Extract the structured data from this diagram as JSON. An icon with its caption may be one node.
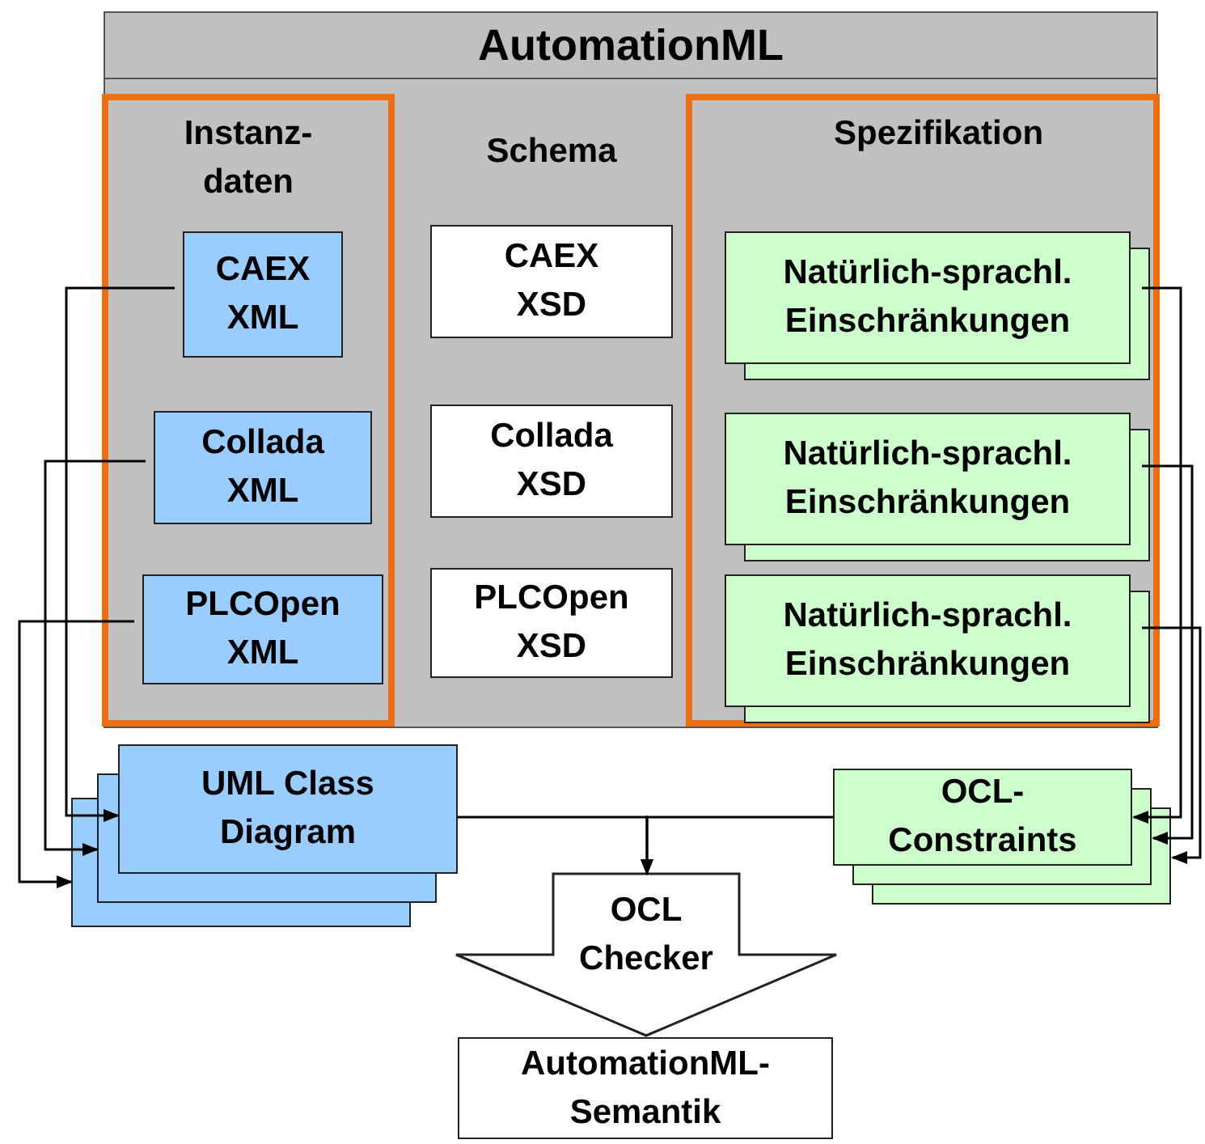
{
  "diagram": {
    "nodes": [
      {
        "text": [
          "AutomationML"
        ]
      },
      {
        "text": [
          "Instanz- daten"
        ],
        "in": 0
      },
      {
        "text": [
          "CAEX XML"
        ],
        "in": 1
      },
      {
        "text": [
          "Collada XML"
        ],
        "in": 1
      },
      {
        "text": [
          "PLCOpen XML"
        ],
        "in": 1
      },
      {
        "text": [
          "CAEX XSD"
        ],
        "in": 0
      },
      {
        "text": [
          "Collada XSD"
        ],
        "in": 0
      },
      {
        "text": [
          "PLCOpen XSD"
        ],
        "in": 0
      },
      {
        "text": [
          "Spezifikation"
        ],
        "in": 0
      },
      {
        "text": [
          "Natürlich-sprachl. Einschränkungen"
        ],
        "in": 8
      },
      {
        "text": [
          "Natürlich-sprachl. Einschränkungen"
        ],
        "in": 8
      },
      {
        "text": [
          "Natürlich-sprachl. Einschränkungen"
        ],
        "in": 8
      },
      {
        "text": [
          "UML Class Diagram"
        ]
      },
      {
        "text": [
          "OCL- Constraints"
        ]
      },
      {
        "text": [
          "OCL Checker"
        ]
      },
      {
        "text": [
          "AutomationML- Semantik"
        ]
      }
    ],
    "edges": [
      {
        "from": 2,
        "to": 12,
        "arrow": "to"
      },
      {
        "from": 3,
        "to": 12,
        "arrow": "to"
      },
      {
        "from": 4,
        "to": 12,
        "arrow": "to"
      },
      {
        "from": 9,
        "to": 13,
        "arrow": "to"
      },
      {
        "from": 10,
        "to": 13,
        "arrow": "to"
      },
      {
        "from": 11,
        "to": 13,
        "arrow": "to"
      },
      {
        "from": 12,
        "to": 14,
        "arrow": "to"
      },
      {
        "from": 13,
        "to": 14,
        "arrow": "to"
      }
    ],
    "labels": [
      "Schema"
    ]
  }
}
